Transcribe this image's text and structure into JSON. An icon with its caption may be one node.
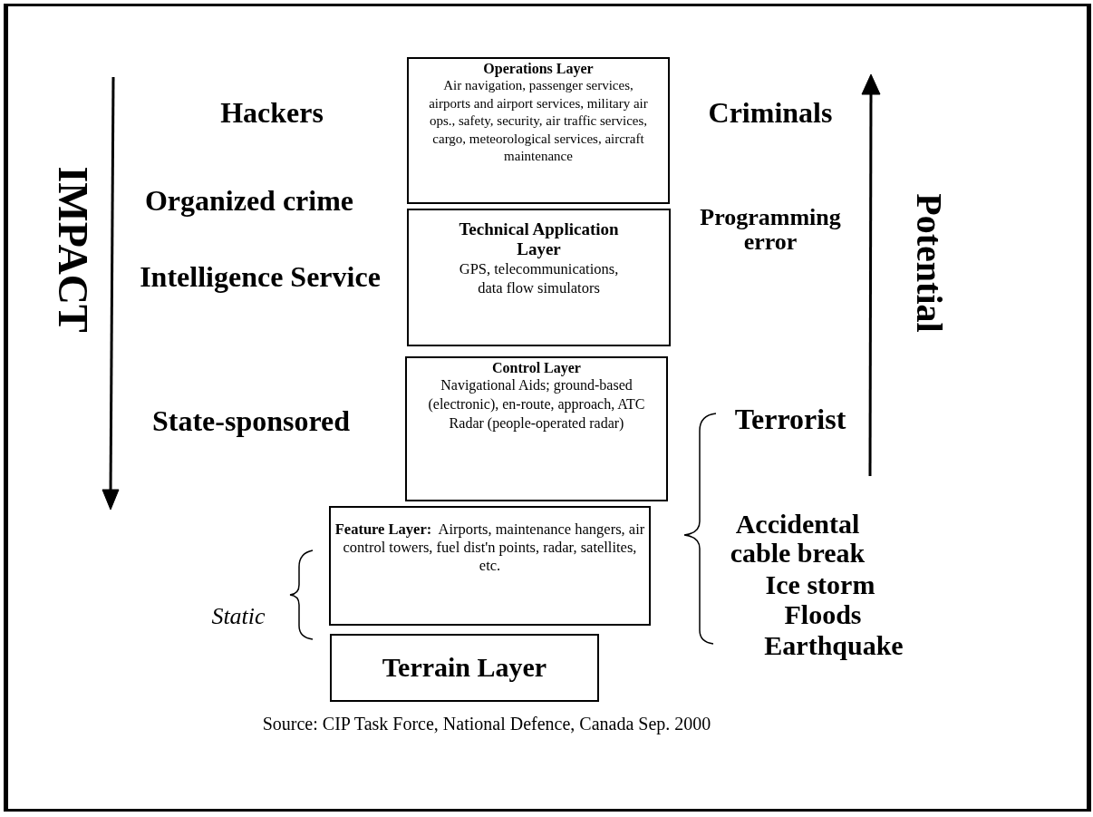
{
  "diagram": {
    "nodes": [
      {
        "text": [
          "Operations Layer",
          "Air navigation, passenger services, airports and airport services, military air ops., safety, security, air traffic services, cargo, meteorological services, aircraft maintenance"
        ]
      },
      {
        "text": [
          "Technical Application Layer",
          "GPS, telecommunications, data flow simulators"
        ]
      },
      {
        "text": [
          "Control Layer",
          "Navigational Aids; ground-based (electronic), en-route, approach, ATC Radar (people-operated radar)"
        ]
      },
      {
        "text": [
          "Feature Layer:",
          "Airports, maintenance hangers, air control towers, fuel dist'n points, radar, satellites, etc."
        ]
      },
      {
        "text": [
          "Terrain Layer"
        ]
      }
    ],
    "edges": [],
    "labels": [
      "IMPACT",
      "Hackers",
      "Criminals",
      "Organized crime",
      "Programming error",
      "Potential",
      "Intelligence Service",
      "State-sponsored",
      "Terrorist",
      "Accidental cable break",
      "Ice storm",
      "Floods",
      "Static",
      "Earthquake"
    ],
    "caption": "Source: CIP Task Force, National Defence, Canada Sep. 2000"
  }
}
